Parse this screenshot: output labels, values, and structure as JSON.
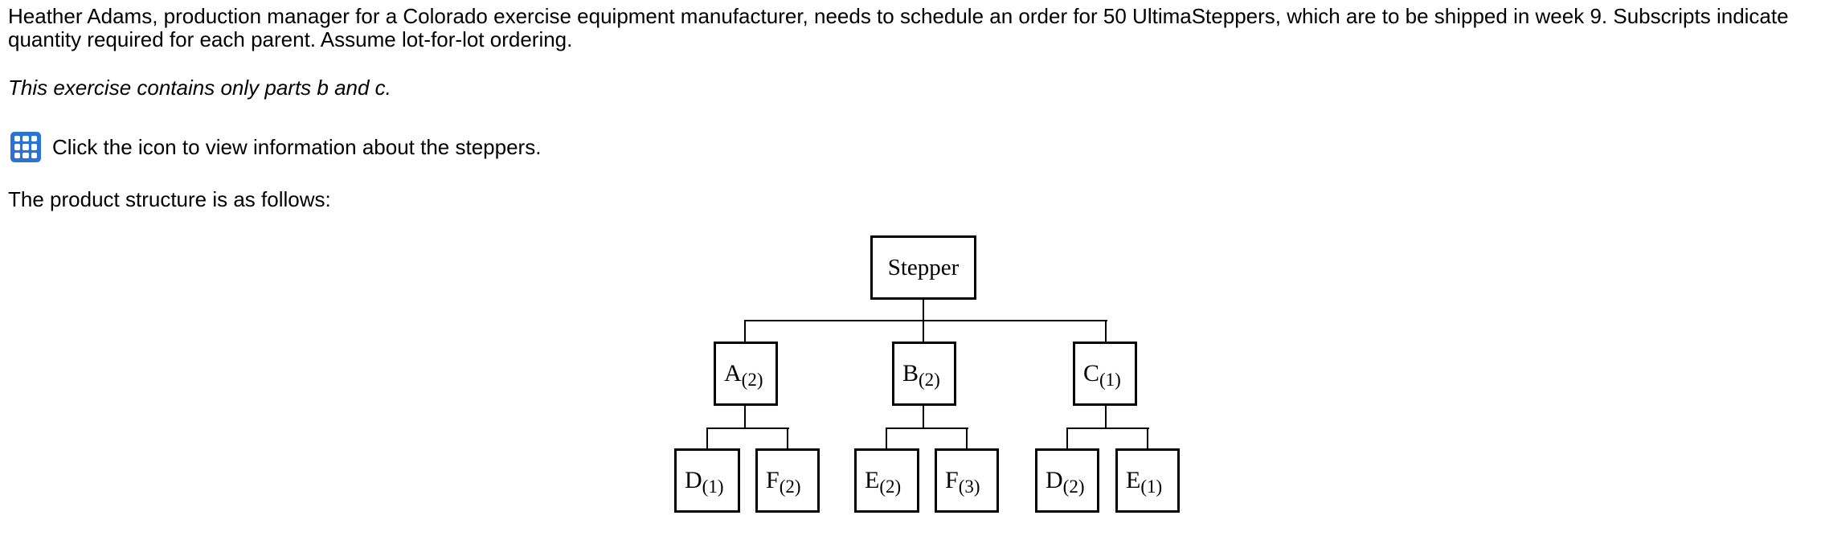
{
  "problem": {
    "statement_line1": "Heather Adams, production manager for a Colorado exercise equipment manufacturer, needs to schedule an order for 50 UltimaSteppers, which are to be shipped in week 9. Subscripts indicate",
    "statement_line2": "quantity required for each parent. Assume lot-for-lot ordering.",
    "note": "This exercise contains only parts b and c.",
    "icon": {
      "name": "table-icon",
      "color": "#2b73d2"
    },
    "icon_instruction": "Click the icon to view information about the steppers.",
    "structure_intro": "The product structure is as follows:"
  },
  "tree": {
    "root": {
      "label": "Stepper"
    },
    "level2": [
      {
        "letter": "A",
        "qty": "(2)"
      },
      {
        "letter": "B",
        "qty": "(2)"
      },
      {
        "letter": "C",
        "qty": "(1)"
      }
    ],
    "level3": [
      {
        "letter": "D",
        "qty": "(1)"
      },
      {
        "letter": "F",
        "qty": "(2)"
      },
      {
        "letter": "E",
        "qty": "(2)"
      },
      {
        "letter": "F",
        "qty": "(3)"
      },
      {
        "letter": "D",
        "qty": "(2)"
      },
      {
        "letter": "E",
        "qty": "(1)"
      }
    ]
  }
}
